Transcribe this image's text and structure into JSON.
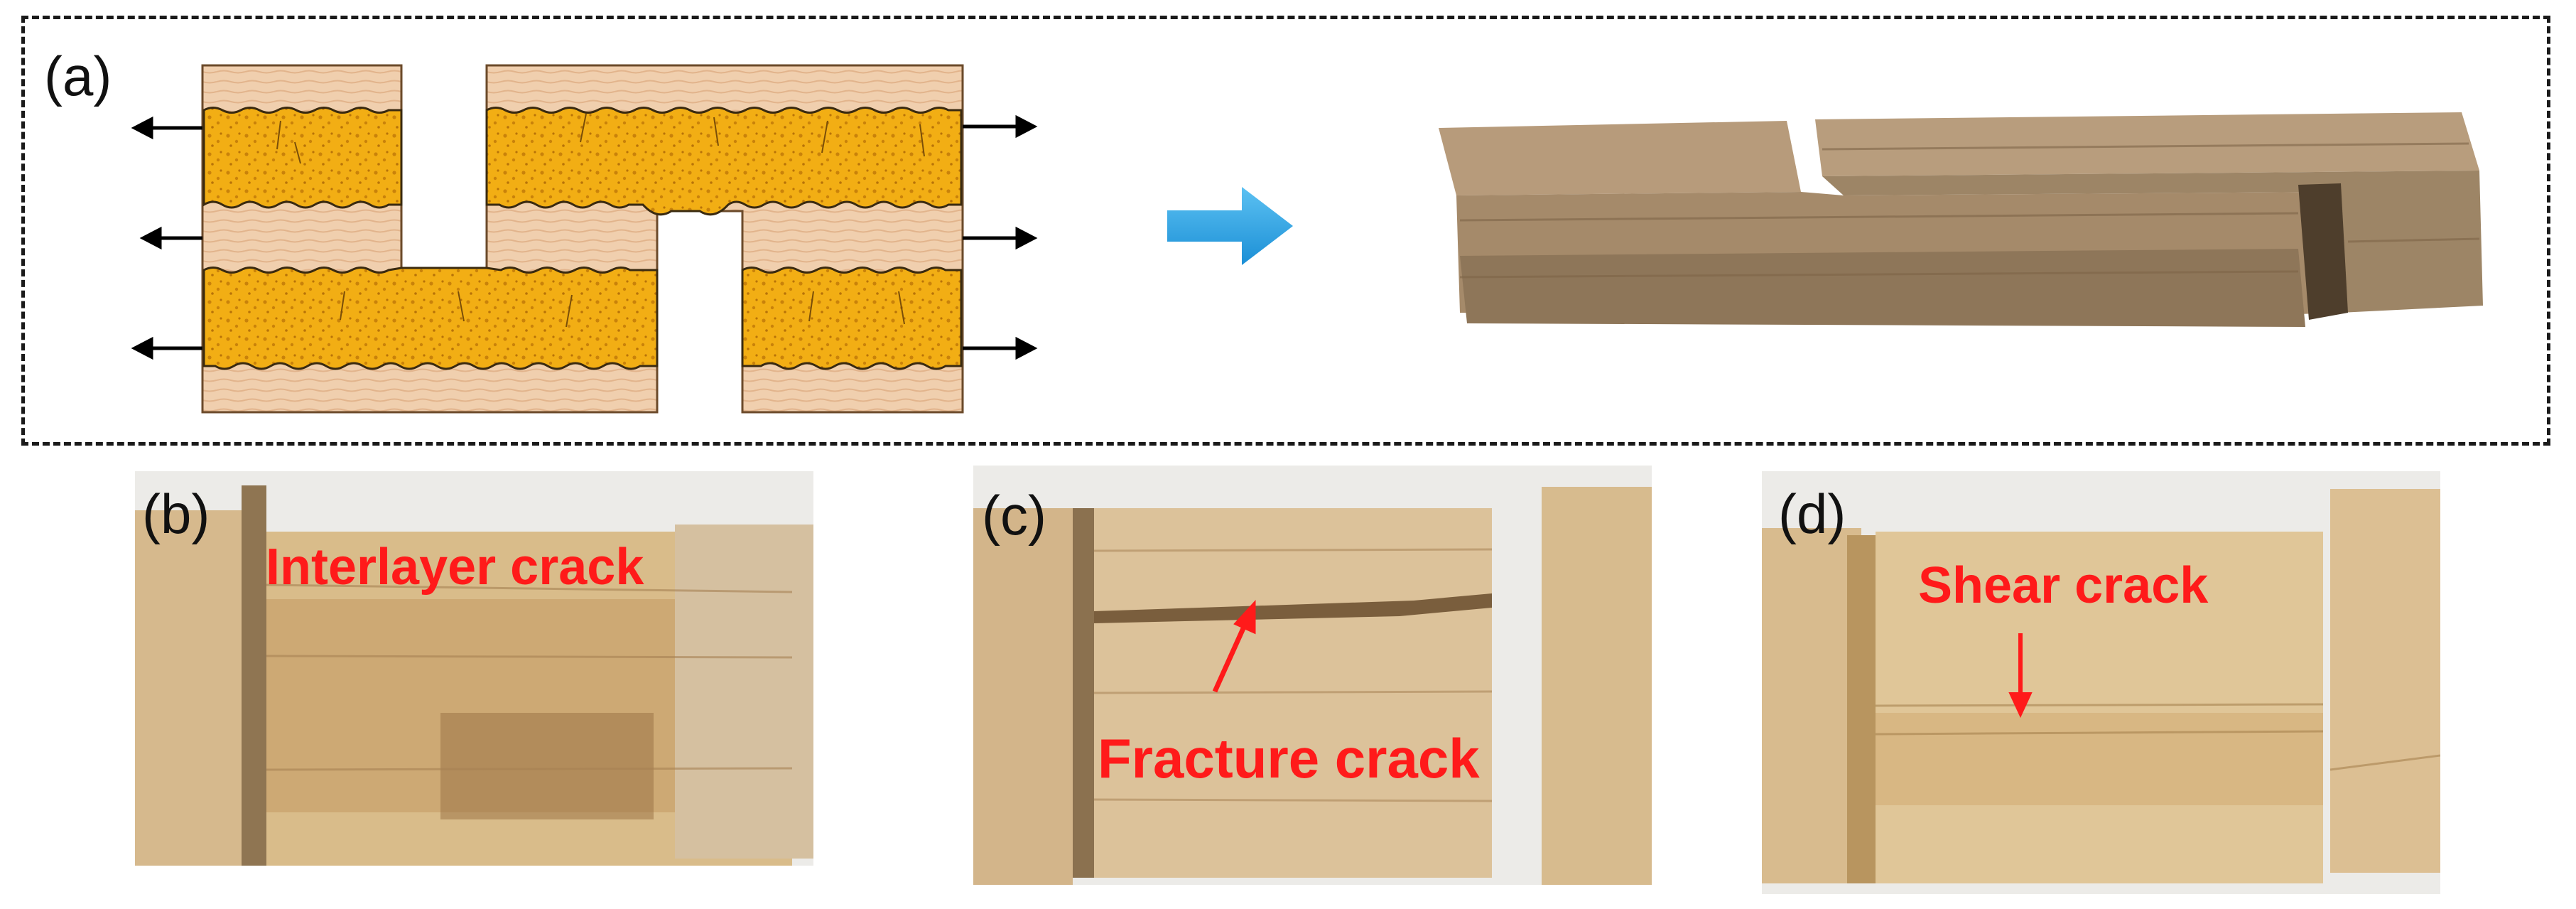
{
  "panel_a": {
    "label": "(a)"
  },
  "panel_b": {
    "label": "(b)",
    "annotation": "Interlayer crack"
  },
  "panel_c": {
    "label": "(c)",
    "annotation": "Fracture crack"
  },
  "panel_d": {
    "label": "(d)",
    "annotation": "Shear crack"
  },
  "colors": {
    "annotation": "#ff1a1a",
    "arrow_blue": "#2aa3e6",
    "adhesive": "#f2ae14",
    "wood": "#f0cfae"
  }
}
